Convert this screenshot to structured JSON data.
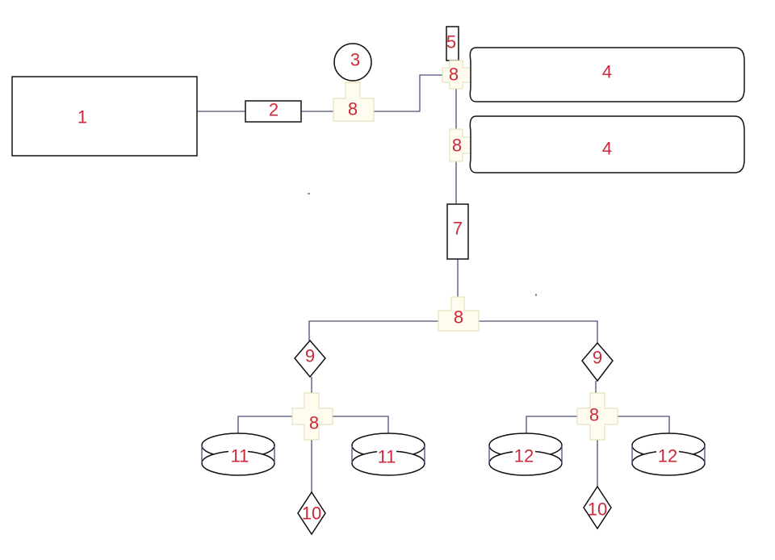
{
  "labels": {
    "unit_1": "1",
    "unit_2": "2",
    "unit_3": "3",
    "unit_4a": "4",
    "unit_4b": "4",
    "unit_5": "5",
    "unit_7": "7",
    "unit_9_left": "9",
    "unit_9_right": "9",
    "unit_10_left": "10",
    "unit_10_right": "10",
    "unit_11_left": "11",
    "unit_11_right": "11",
    "unit_12_left": "12",
    "unit_12_right": "12",
    "joint_8": "8"
  },
  "colors": {
    "label": "#cc2a3a",
    "line": "#4a4f7a",
    "outline": "#111111",
    "joint_fill": "#fffbee",
    "joint_stroke": "#e2dcb0"
  }
}
